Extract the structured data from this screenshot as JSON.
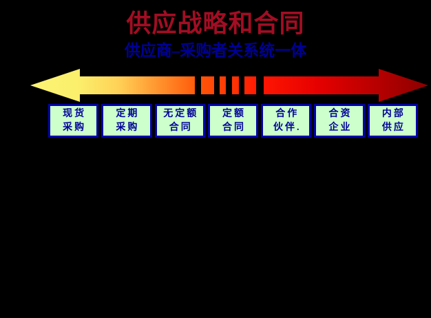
{
  "slide": {
    "title": "供应战略和合同",
    "subtitle": "供应商–采购者关系统一体"
  },
  "colors": {
    "background": "#000000",
    "title": "#A30D23",
    "subtitle": "#000096",
    "box_background": "#CCFFCC",
    "box_border": "#0202A8",
    "box_text": "#000099",
    "arrow_left_tip": "#FCF476",
    "arrow_right_tip": "#8B0000"
  },
  "arrow": {
    "kind": "double-headed-gradient-arrow",
    "gradient": [
      "#FCF476",
      "#FBEF6B",
      "#FFD257",
      "#FF5808",
      "#FF1602",
      "#E60000",
      "#B40000",
      "#8B0000"
    ]
  },
  "boxes": [
    {
      "line1": "现货",
      "line2": "采购"
    },
    {
      "line1": "定期",
      "line2": "采购"
    },
    {
      "line1": "无定额",
      "line2": "合同"
    },
    {
      "line1": "定额",
      "line2": "合同"
    },
    {
      "line1": "合作",
      "line2": "伙伴."
    },
    {
      "line1": "合资",
      "line2": "企业"
    },
    {
      "line1": "内部",
      "line2": "供应"
    }
  ]
}
